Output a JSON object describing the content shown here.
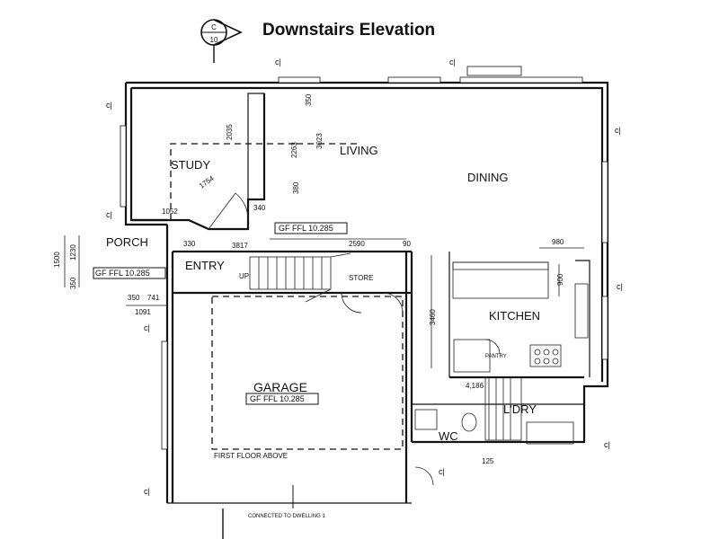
{
  "title": "Downstairs Elevation",
  "section_marker": {
    "letter": "C",
    "number": "10"
  },
  "grid_marker": "c|",
  "rooms": {
    "study": "STUDY",
    "living": "LIVING",
    "dining": "DINING",
    "porch": "PORCH",
    "entry": "ENTRY",
    "store": "STORE",
    "kitchen": "KITCHEN",
    "garage": "GARAGE",
    "wc": "WC",
    "laundry": "L'DRY"
  },
  "floor_levels": {
    "living": "GF FFL 10.285",
    "porch": "GF FFL 10.285",
    "garage": "GF FFL 10.285"
  },
  "notes": {
    "stair_up": "UP",
    "first_floor_above": "FIRST FLOOR ABOVE",
    "connected": "CONNECTED TO DWELLING 1",
    "pantry": "PANTRY"
  },
  "dimensions": {
    "d2035": "2035",
    "d2263": "2263",
    "d3023": "3023",
    "d380": "380",
    "d350": "350",
    "d1754": "1754",
    "d1052": "1052",
    "d340": "340",
    "d3817": "3817",
    "d2590": "2590",
    "d90": "90",
    "d980": "980",
    "d900": "900",
    "d3460": "3460",
    "d1500": "1500",
    "d1230": "1230",
    "d350b": "350",
    "d741": "741",
    "d350c": "350",
    "d1091": "1091",
    "d125": "125",
    "d4186": "4,186",
    "d330": "330"
  }
}
